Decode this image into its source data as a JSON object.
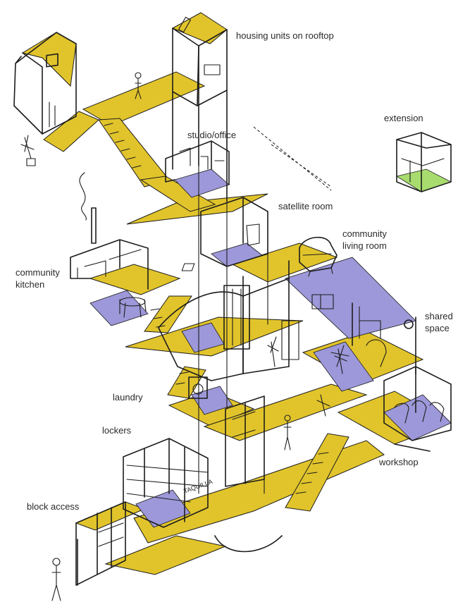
{
  "colors": {
    "circulation": "#E1C42B",
    "shared_floor": "#9D98D9",
    "extension_floor": "#A8DC6E",
    "ink": "#1c1c1c"
  },
  "labels": {
    "housing_units_on_rooftop": "housing units on rooftop",
    "extension": "extension",
    "studio_office": "studio/office",
    "satellite_room": "satellite room",
    "community_living_room_1": "community",
    "community_living_room_2": "living room",
    "community_kitchen_1": "community",
    "community_kitchen_2": "kitchen",
    "shared_space_1": "shared",
    "shared_space_2": "space",
    "laundry": "laundry",
    "lockers": "lockers",
    "workshop": "workshop",
    "block_access": "block access"
  },
  "locker_lettering": "TAQUILLA",
  "icons": [
    "person-figure-icon",
    "potted-plant-icon",
    "chair-icon",
    "sofa-icon",
    "table-icon"
  ]
}
